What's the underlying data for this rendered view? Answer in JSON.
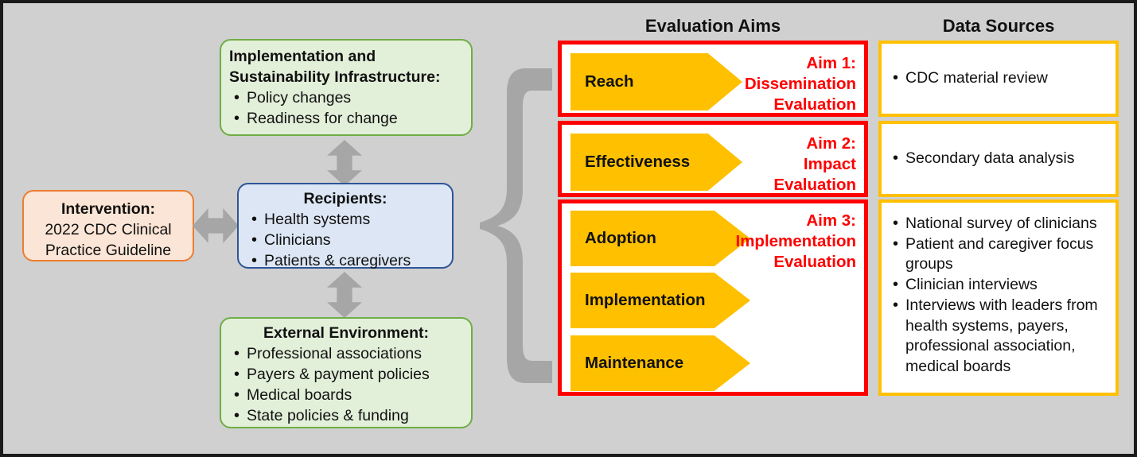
{
  "figure": {
    "background_color": "#d0d0d0",
    "frame_color": "#1a1a1a"
  },
  "left_panel": {
    "infrastructure": {
      "title": "Implementation and Sustainability Infrastructure:",
      "items": [
        "Policy changes",
        "Readiness for change"
      ],
      "fill": "#e2efd9",
      "border": "#70ad47"
    },
    "intervention": {
      "title": "Intervention:",
      "body": "2022 CDC Clinical Practice Guideline",
      "fill": "#fbe5d6",
      "border": "#ed7d31"
    },
    "recipients": {
      "title": "Recipients:",
      "items": [
        "Health systems",
        "Clinicians",
        "Patients & caregivers"
      ],
      "fill": "#dce6f4",
      "border": "#2e5597"
    },
    "external_environment": {
      "title": "External Environment:",
      "items": [
        "Professional associations",
        "Payers & payment policies",
        "Medical boards",
        "State policies & funding"
      ],
      "fill": "#e2efd9",
      "border": "#70ad47"
    }
  },
  "headers": {
    "evaluation_aims": "Evaluation Aims",
    "data_sources": "Data Sources"
  },
  "aims": [
    {
      "label": "Aim 1:\nDissemination\nEvaluation",
      "label_color": "#ff0000",
      "border_color": "#ff0000",
      "chevrons": [
        "Reach"
      ]
    },
    {
      "label": "Aim 2:\nImpact\nEvaluation",
      "label_color": "#ff0000",
      "border_color": "#ff0000",
      "chevrons": [
        "Effectiveness"
      ]
    },
    {
      "label": "Aim 3:\nImplementation\nEvaluation",
      "label_color": "#ff0000",
      "border_color": "#ff0000",
      "chevrons": [
        "Adoption",
        "Implementation",
        "Maintenance"
      ]
    }
  ],
  "chevron_color": "#ffc000",
  "data_sources": [
    {
      "items": [
        "CDC material review"
      ],
      "border": "#ffc000"
    },
    {
      "items": [
        "Secondary data analysis"
      ],
      "border": "#ffc000"
    },
    {
      "items": [
        "National survey of clinicians",
        "Patient and caregiver focus groups",
        "Clinician interviews",
        "Interviews with leaders from health systems, payers, professional association, medical boards"
      ],
      "border": "#ffc000"
    }
  ],
  "connectors": {
    "brace_color": "#a6a6a6",
    "arrow_color": "#a6a6a6"
  }
}
